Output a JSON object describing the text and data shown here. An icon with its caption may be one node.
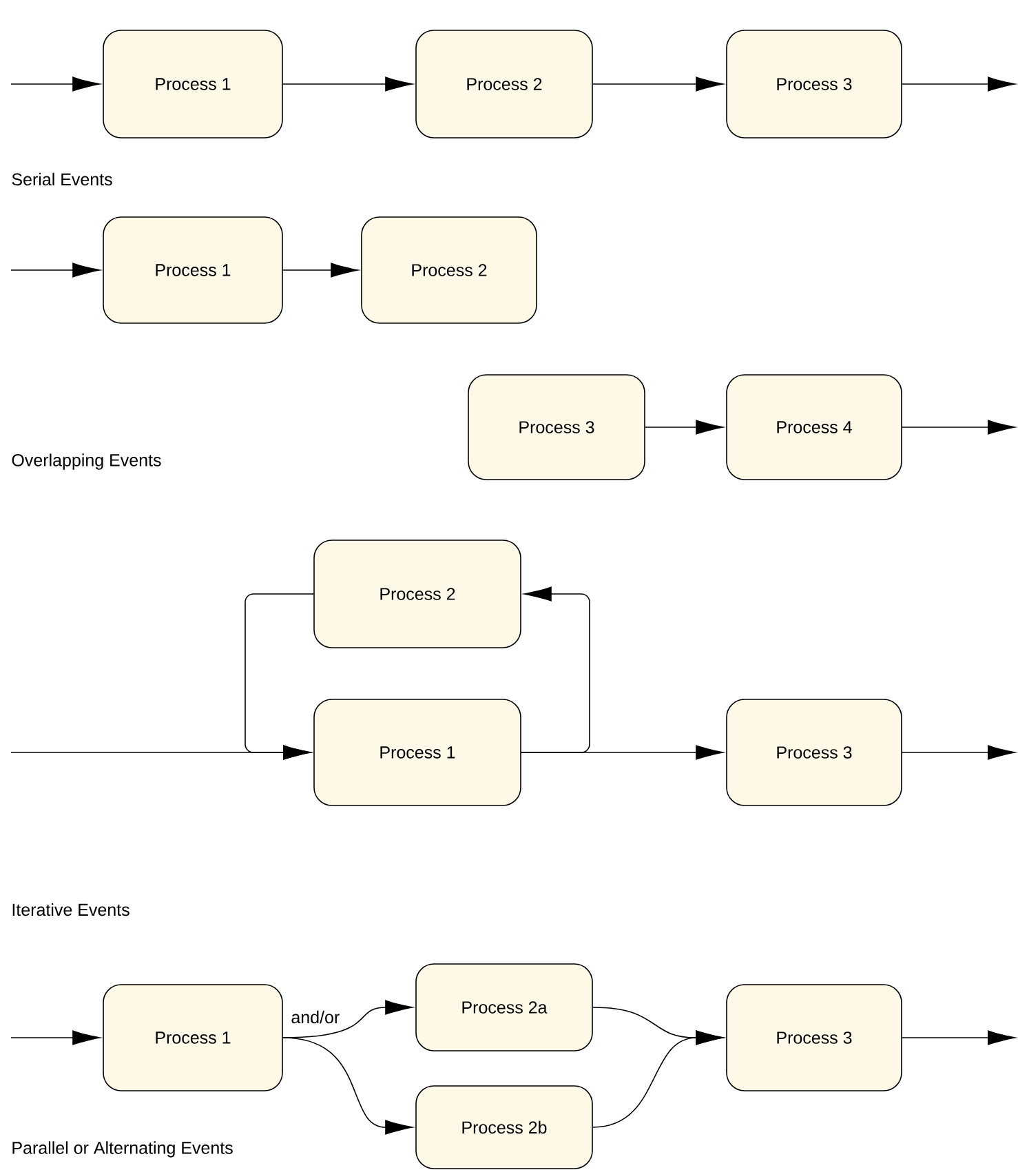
{
  "diagram": {
    "nodes": [
      {
        "text": [
          "Process 1"
        ]
      },
      {
        "text": [
          "Process 2"
        ]
      },
      {
        "text": [
          "Process 3"
        ]
      },
      {
        "text": [
          "Process 1"
        ]
      },
      {
        "text": [
          "Process 2"
        ]
      },
      {
        "text": [
          "Process 3"
        ]
      },
      {
        "text": [
          "Process 4"
        ]
      },
      {
        "text": [
          "Process 2"
        ]
      },
      {
        "text": [
          "Process 1"
        ]
      },
      {
        "text": [
          "Process 3"
        ]
      },
      {
        "text": [
          "Process 1"
        ]
      },
      {
        "text": [
          "Process 2a"
        ]
      },
      {
        "text": [
          "Process 2b"
        ]
      },
      {
        "text": [
          "Process 3"
        ]
      }
    ],
    "edges": [
      {
        "from": null,
        "to": 0,
        "arrow": "to"
      },
      {
        "from": 0,
        "to": 1,
        "arrow": "to"
      },
      {
        "from": 1,
        "to": 2,
        "arrow": "to"
      },
      {
        "from": 2,
        "to": null,
        "arrow": "to"
      },
      {
        "from": null,
        "to": 3,
        "arrow": "to"
      },
      {
        "from": 3,
        "to": 4,
        "arrow": "to"
      },
      {
        "from": 5,
        "to": 6,
        "arrow": "to"
      },
      {
        "from": 6,
        "to": null,
        "arrow": "to"
      },
      {
        "from": null,
        "to": 8,
        "arrow": "to"
      },
      {
        "from": 7,
        "to": 8,
        "arrow": "to"
      },
      {
        "from": 8,
        "to": 7,
        "arrow": "to"
      },
      {
        "from": 8,
        "to": 9,
        "arrow": "to"
      },
      {
        "from": 9,
        "to": null,
        "arrow": "to"
      },
      {
        "from": null,
        "to": 10,
        "arrow": "to"
      },
      {
        "from": 10,
        "to": 11,
        "arrow": "to"
      },
      {
        "from": 10,
        "to": 12,
        "arrow": "to"
      },
      {
        "from": 11,
        "to": 13,
        "arrow": "to"
      },
      {
        "from": 12,
        "to": 13,
        "arrow": "to"
      },
      {
        "from": 13,
        "to": null,
        "arrow": "to"
      }
    ],
    "labels": [
      "Serial Events",
      "Overlapping Events",
      "Iterative Events",
      "and/or",
      "Parallel or Alternating Events"
    ]
  }
}
